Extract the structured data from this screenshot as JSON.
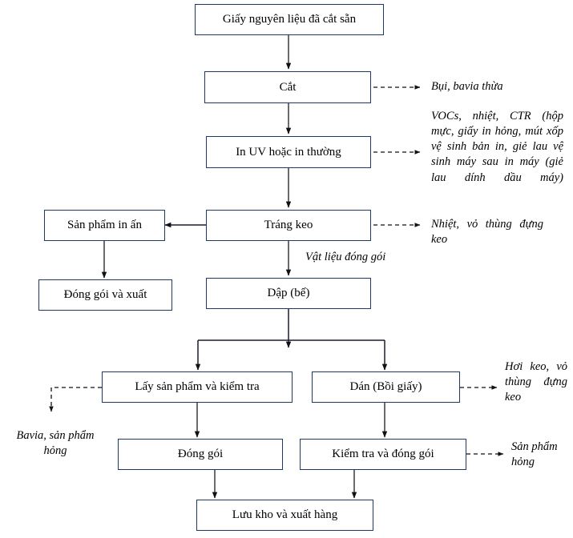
{
  "diagram": {
    "title": "Quy trinh san xuat bao bi giay",
    "accent_border": "#1F3864",
    "arrow_color": "#000000",
    "nodes": [
      {
        "id": "raw",
        "label": "Giấy nguyên liệu đã cắt sẵn"
      },
      {
        "id": "cut",
        "label": "Cắt"
      },
      {
        "id": "print",
        "label": "In UV hoặc in thường"
      },
      {
        "id": "coat",
        "label": "Tráng keo"
      },
      {
        "id": "printprod",
        "label": "Sản phẩm in ấn"
      },
      {
        "id": "packexport",
        "label": "Đóng gói và xuất"
      },
      {
        "id": "die",
        "label": "Dập (bế)"
      },
      {
        "id": "pickcheck",
        "label": "Lấy sản phẩm và kiểm tra"
      },
      {
        "id": "glue",
        "label": "Dán (Bồi giấy)"
      },
      {
        "id": "pack",
        "label": "Đóng gói"
      },
      {
        "id": "checkpack",
        "label": "Kiểm tra và đóng gói"
      },
      {
        "id": "store",
        "label": "Lưu kho và xuất hàng"
      }
    ],
    "notes": [
      {
        "id": "n_cut",
        "text": "Bụi, bavia thừa"
      },
      {
        "id": "n_print",
        "text": "VOCs, nhiệt, CTR (hộp mực, giấy in hỏng, mút xốp vệ sinh bản in, giẻ lau vệ sinh máy sau in máy (giẻ lau dính dầu máy)"
      },
      {
        "id": "n_coat",
        "text": "Nhiệt, vỏ thùng đựng keo"
      },
      {
        "id": "n_mat",
        "text": "Vật liệu đóng gói"
      },
      {
        "id": "n_bavia",
        "text": "Bavia, sản phẩm hỏng"
      },
      {
        "id": "n_glue",
        "text": "Hơi keo, vỏ thùng đựng keo"
      },
      {
        "id": "n_bad",
        "text": "Sản phẩm hỏng"
      }
    ]
  }
}
